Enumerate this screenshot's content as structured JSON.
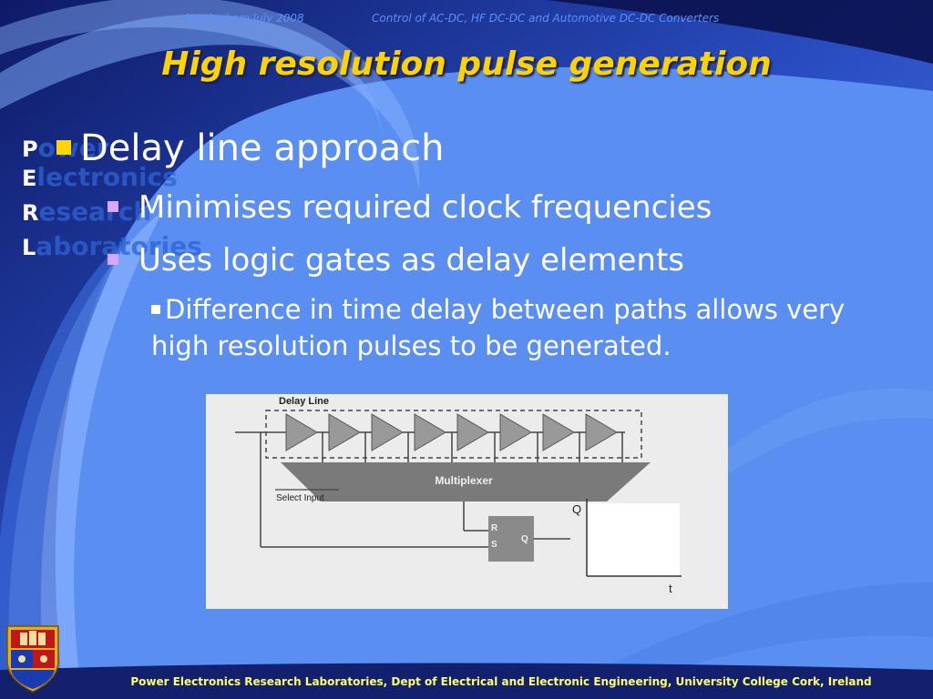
{
  "header": {
    "left_text": "Nottingham July 2008",
    "right_text": "Control of AC-DC, HF DC-DC and Automotive DC-DC Converters"
  },
  "slide": {
    "title": "High resolution pulse generation"
  },
  "perl_logo": {
    "letters": [
      "P",
      "E",
      "R",
      "L"
    ],
    "words": [
      "ower",
      "lectronics",
      "esearch",
      "aboratories"
    ]
  },
  "bullets": {
    "level1": "Delay line approach",
    "level2": [
      "Minimises required clock frequencies",
      "Uses logic gates as delay elements"
    ],
    "level3": "Difference in time delay between paths allows very high resolution pulses to be generated."
  },
  "figure": {
    "delay_line_label": "Delay Line",
    "multiplexer_label": "Multiplexer",
    "select_input_label": "Select Input",
    "ff_r": "R",
    "ff_s": "S",
    "ff_q": "Q",
    "plot_y_label": "Q",
    "plot_x_label": "t"
  },
  "footer": {
    "text": "Power Electronics Research Laboratories, Dept of Electrical and Electronic Engineering, University College Cork, Ireland"
  },
  "colors": {
    "background_dark": "#1a2a8a",
    "background_light": "#5a8ef0",
    "title": "#ffd200",
    "header": "#5b8fff",
    "footer": "#ffff66",
    "bullet_level1": "#ffd700",
    "bullet_level2": "#d9a6ff"
  }
}
